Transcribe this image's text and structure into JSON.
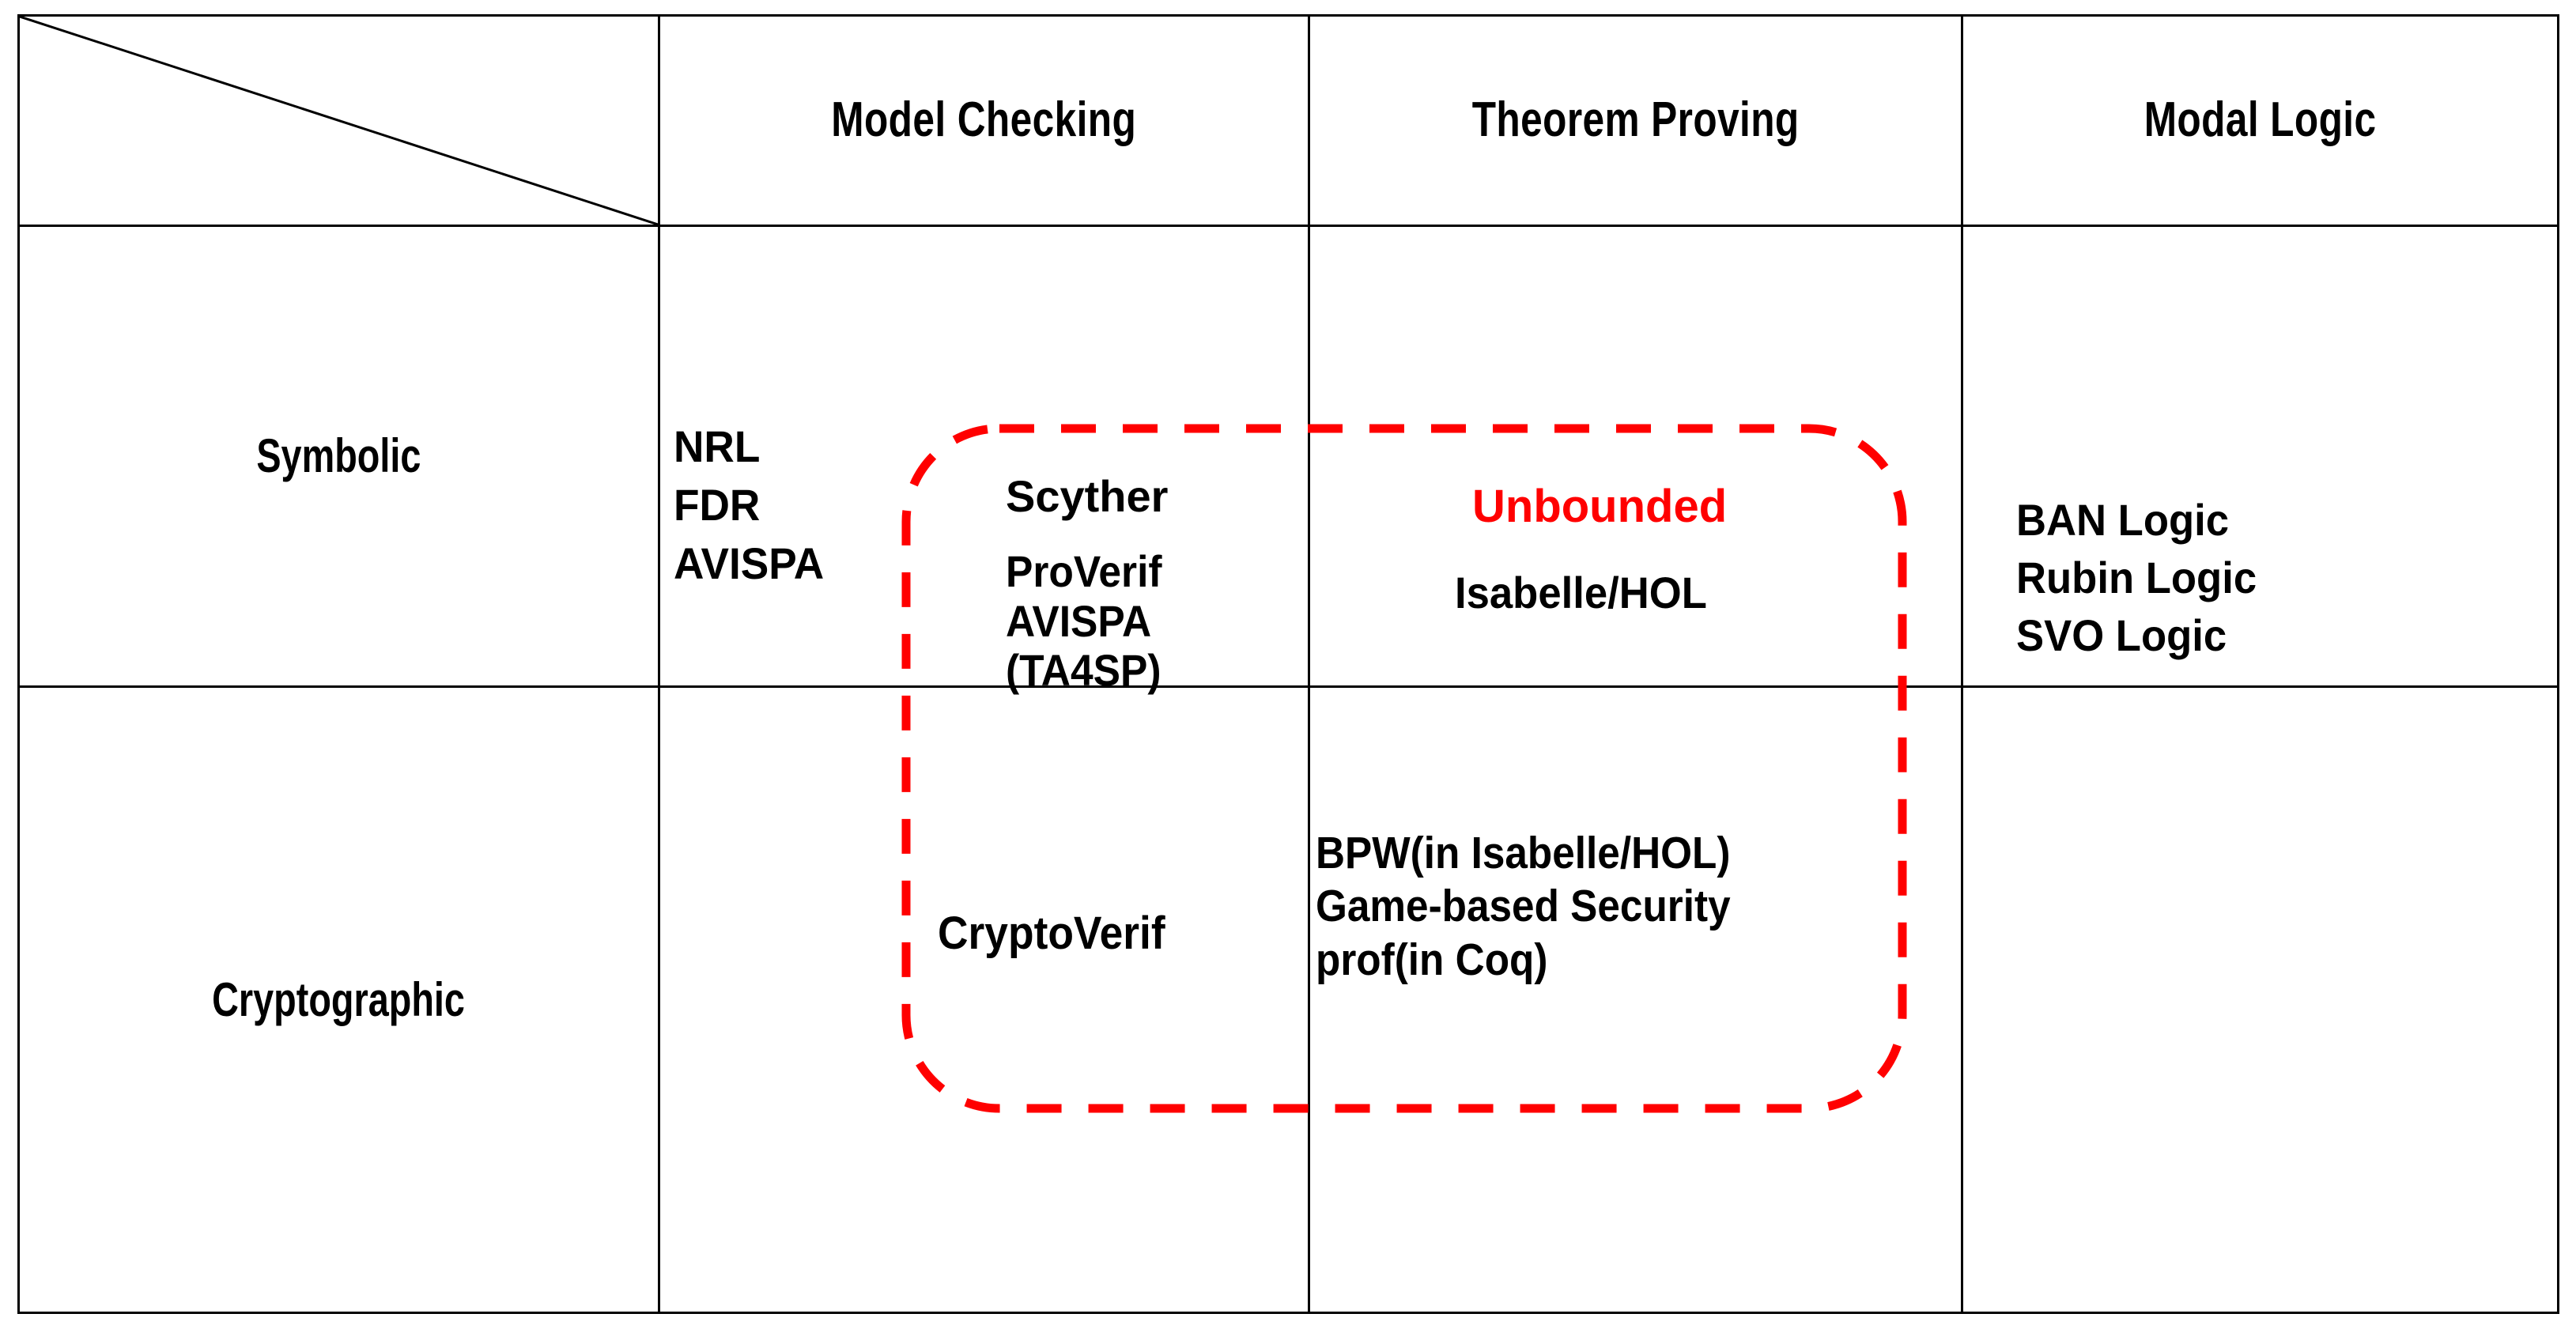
{
  "table": {
    "corner_cell": {
      "icon": "diagonal-divider-line",
      "label": ""
    },
    "column_headers": [
      "Model Checking",
      "Theorem Proving",
      "Modal Logic"
    ],
    "row_headers": [
      "Symbolic",
      "Cryptographic"
    ],
    "cells": {
      "symbolic": {
        "model_checking_outside": [
          "NRL",
          "FDR",
          "AVISPA"
        ],
        "model_checking_inside": [
          "Scyther",
          "ProVerif",
          "AVISPA",
          "(TA4SP)"
        ],
        "theorem_proving": {
          "highlight": "Unbounded",
          "entries": [
            "Isabelle/HOL"
          ]
        },
        "modal_logic": [
          "BAN Logic",
          "Rubin Logic",
          "SVO Logic"
        ]
      },
      "cryptographic": {
        "model_checking": [
          "CryptoVerif"
        ],
        "theorem_proving": [
          "BPW(in Isabelle/HOL)",
          "Game-based Security",
          "prof(in Coq)"
        ],
        "modal_logic": []
      }
    }
  },
  "annotation": {
    "dashed_highlight_region": {
      "shape": "rounded-rectangle",
      "style": "dashed",
      "color": "#FF0000"
    }
  },
  "colors": {
    "header_background": "#FAE1D2",
    "border": "#000000",
    "text": "#000000",
    "highlight": "#FF0000",
    "page_background": "#FFFFFF"
  }
}
